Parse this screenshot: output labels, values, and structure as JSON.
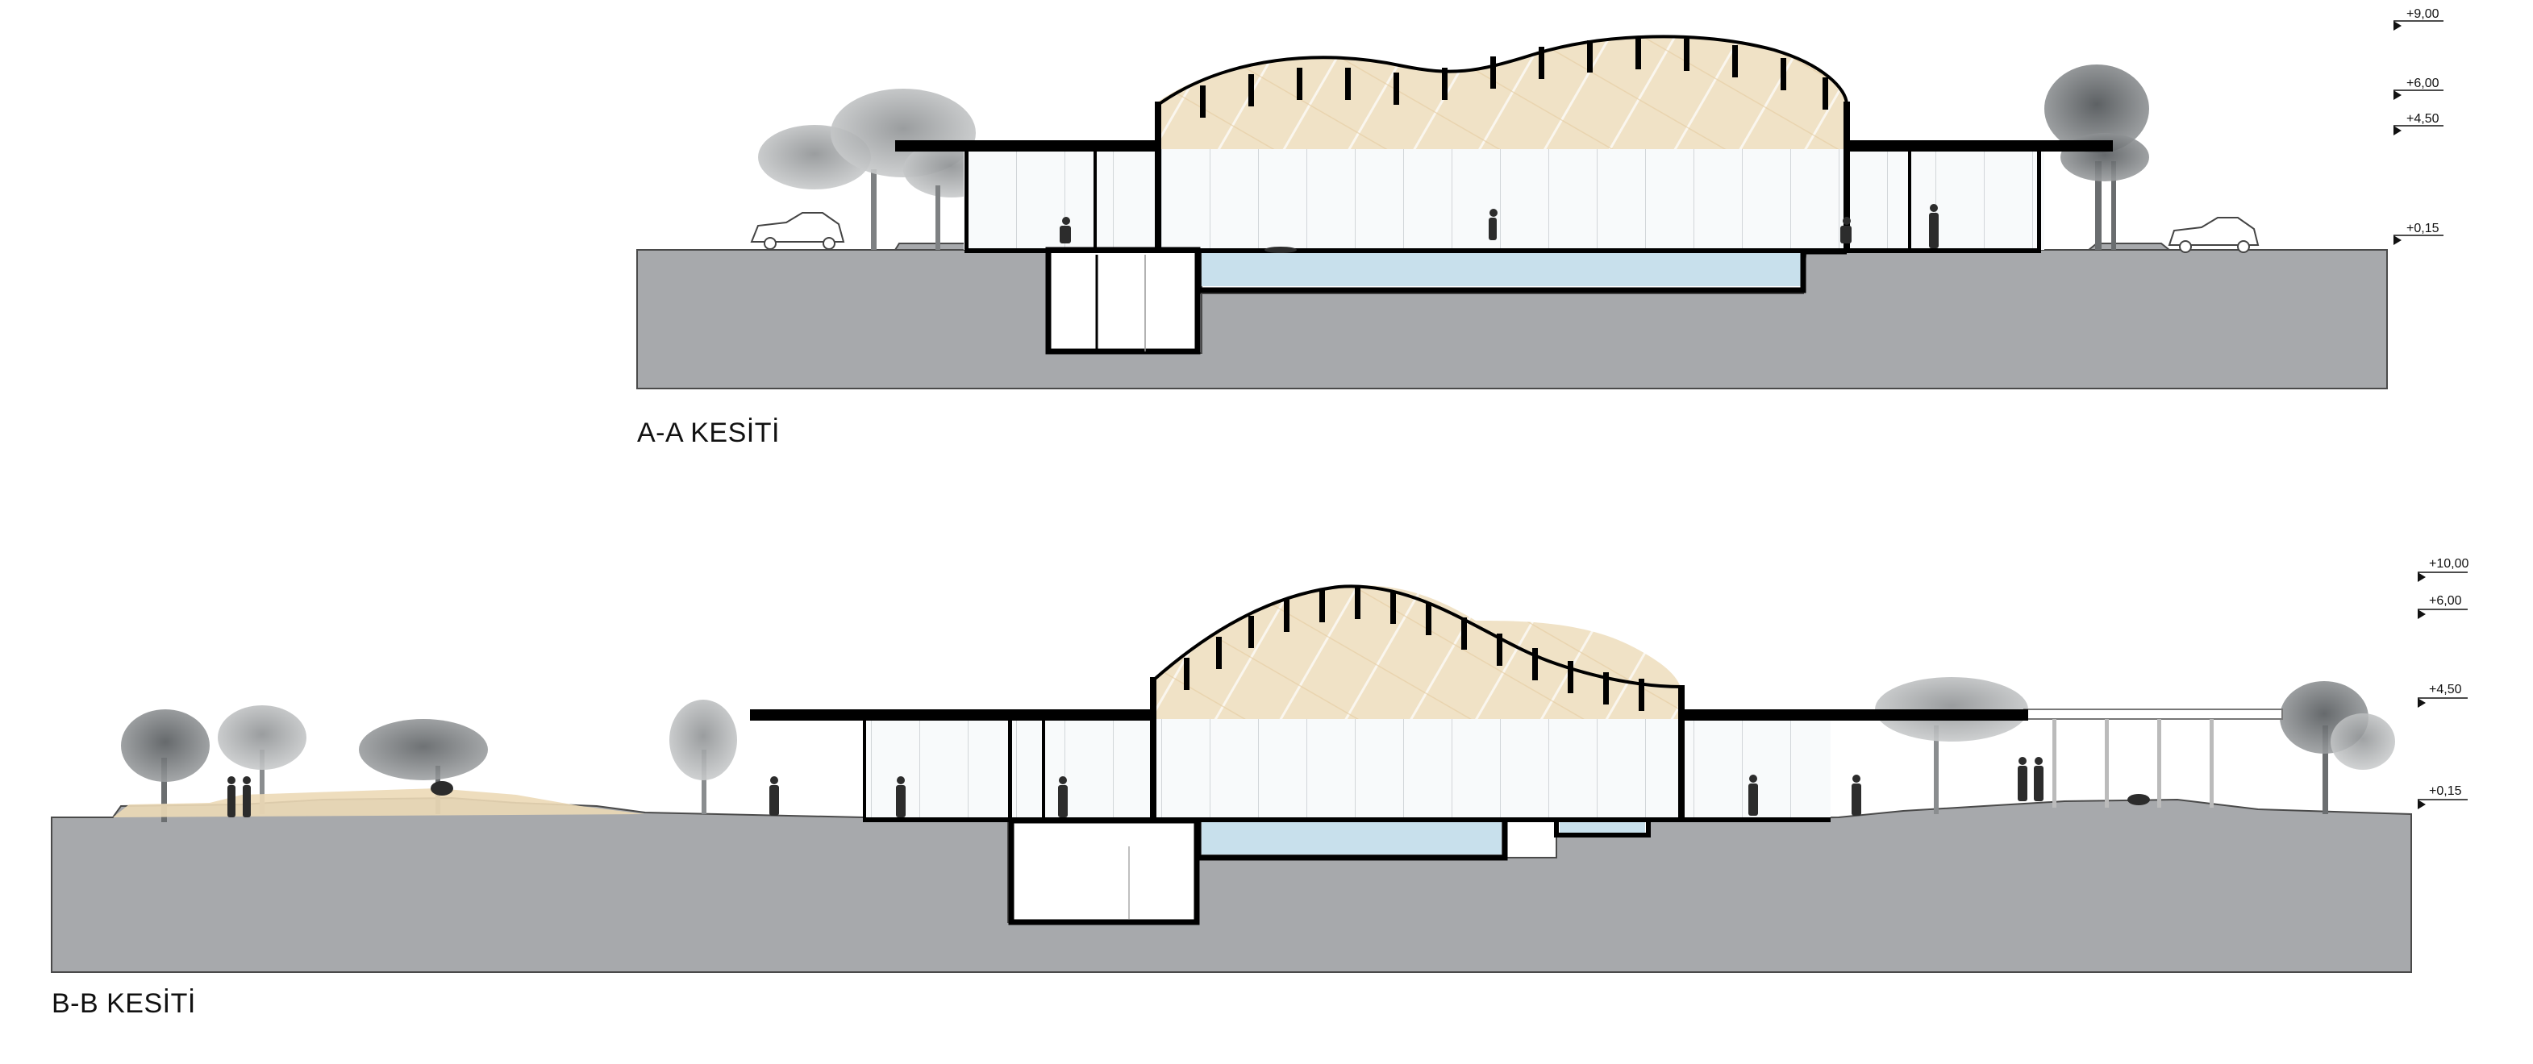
{
  "colors": {
    "ground": "#a7a9ac",
    "water": "#c8e0ec",
    "roof_timber": "#ecd9b6",
    "structure": "#000000",
    "glass": "#f7f9fa",
    "tree_light": "#b4b6b8",
    "tree_dark": "#6d7072"
  },
  "sections": [
    {
      "id": "section-a",
      "title": "A-A KESİTİ",
      "levels": [
        "+9,00",
        "+6,00",
        "+4,50",
        "+0,15"
      ]
    },
    {
      "id": "section-b",
      "title": "B-B KESİTİ",
      "levels": [
        "+10,00",
        "+6,00",
        "+4,50",
        "+0,15"
      ]
    }
  ]
}
